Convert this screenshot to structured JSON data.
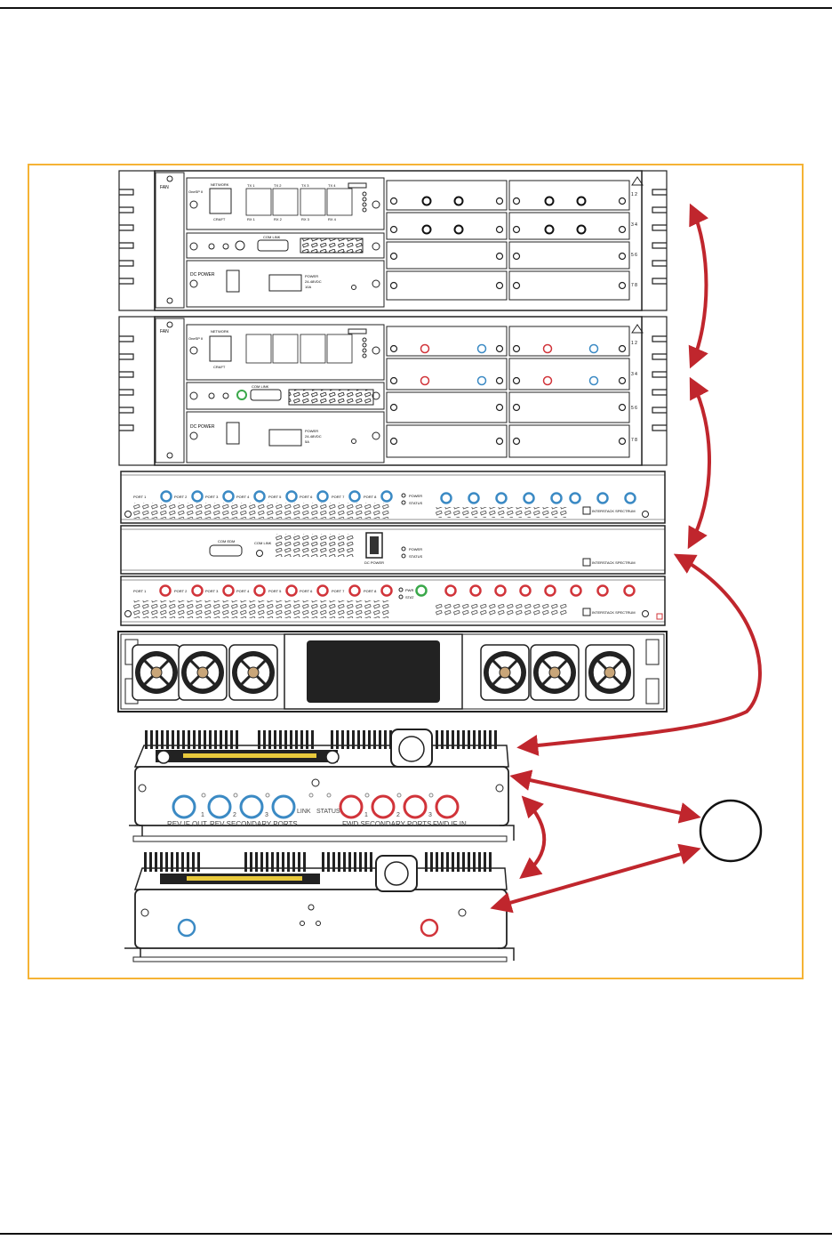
{
  "colors": {
    "frame_border": "#f5b335",
    "arrow_red": "#c0262d",
    "port_blue": "#3b8ac4",
    "port_red": "#d1343a",
    "status_green": "#3aa84a",
    "cable_yellow": "#e8c93c"
  },
  "chassis1": {
    "fan_label": "FAN",
    "network_label": "NETWORK",
    "mod_label": "OneSP II",
    "craft_label": "CRAFT",
    "tx_labels": [
      "TX 1",
      "TX 2",
      "TX 3",
      "TX 4"
    ],
    "rx_labels": [
      "RX 1",
      "RX 2",
      "RX 3",
      "RX 4"
    ],
    "com_link": "COM LINK",
    "dc_power": "DC POWER",
    "power_spec": "POWER",
    "power_volts": "24-48VDC",
    "power_amps": "10A",
    "slot_labels": [
      "1 2",
      "3 4",
      "5 6",
      "7 8"
    ]
  },
  "chassis2": {
    "fan_label": "FAN",
    "network_label": "NETWORK",
    "mod_label": "OneSP II",
    "craft_label": "CRAFT",
    "com_link": "COM LINK",
    "dc_power": "DC POWER",
    "power_spec": "POWER",
    "power_volts": "24-48VDC",
    "power_amps": "5A",
    "slot_labels": [
      "1 2",
      "3 4",
      "5 6",
      "7 8"
    ]
  },
  "rev_panel": {
    "ports": [
      "PORT 1",
      "PORT 2",
      "PORT 3",
      "PORT 4",
      "PORT 5",
      "PORT 6",
      "PORT 7",
      "PORT 8"
    ],
    "indicators": [
      "POWER",
      "STATUS"
    ],
    "brand": "INTERSTACK SPECTRUM"
  },
  "ctrl_panel": {
    "com_label": "COM EDM",
    "com_link": "COM LINK",
    "dc_power": "DC POWER",
    "indicators": [
      "POWER",
      "STATUS"
    ],
    "brand": "INTERSTACK SPECTRUM"
  },
  "fwd_panel": {
    "ports": [
      "PORT 1",
      "PORT 2",
      "PORT 3",
      "PORT 4",
      "PORT 5",
      "PORT 6",
      "PORT 7",
      "PORT 8"
    ],
    "indicators": [
      "PWR",
      "STAT"
    ],
    "brand": "INTERSTACK SPECTRUM"
  },
  "remote_unit": {
    "rev_if_out": "REV IF OUT",
    "rev_secondary": "REV SECONDARY PORTS",
    "link": "LINK",
    "status": "STATUS",
    "fwd_secondary": "FWD SECONDARY PORTS",
    "fwd_if_in": "FWD IF IN",
    "port_numbers": [
      "1",
      "2",
      "3",
      "1",
      "2",
      "3"
    ]
  },
  "callout_circle": ""
}
